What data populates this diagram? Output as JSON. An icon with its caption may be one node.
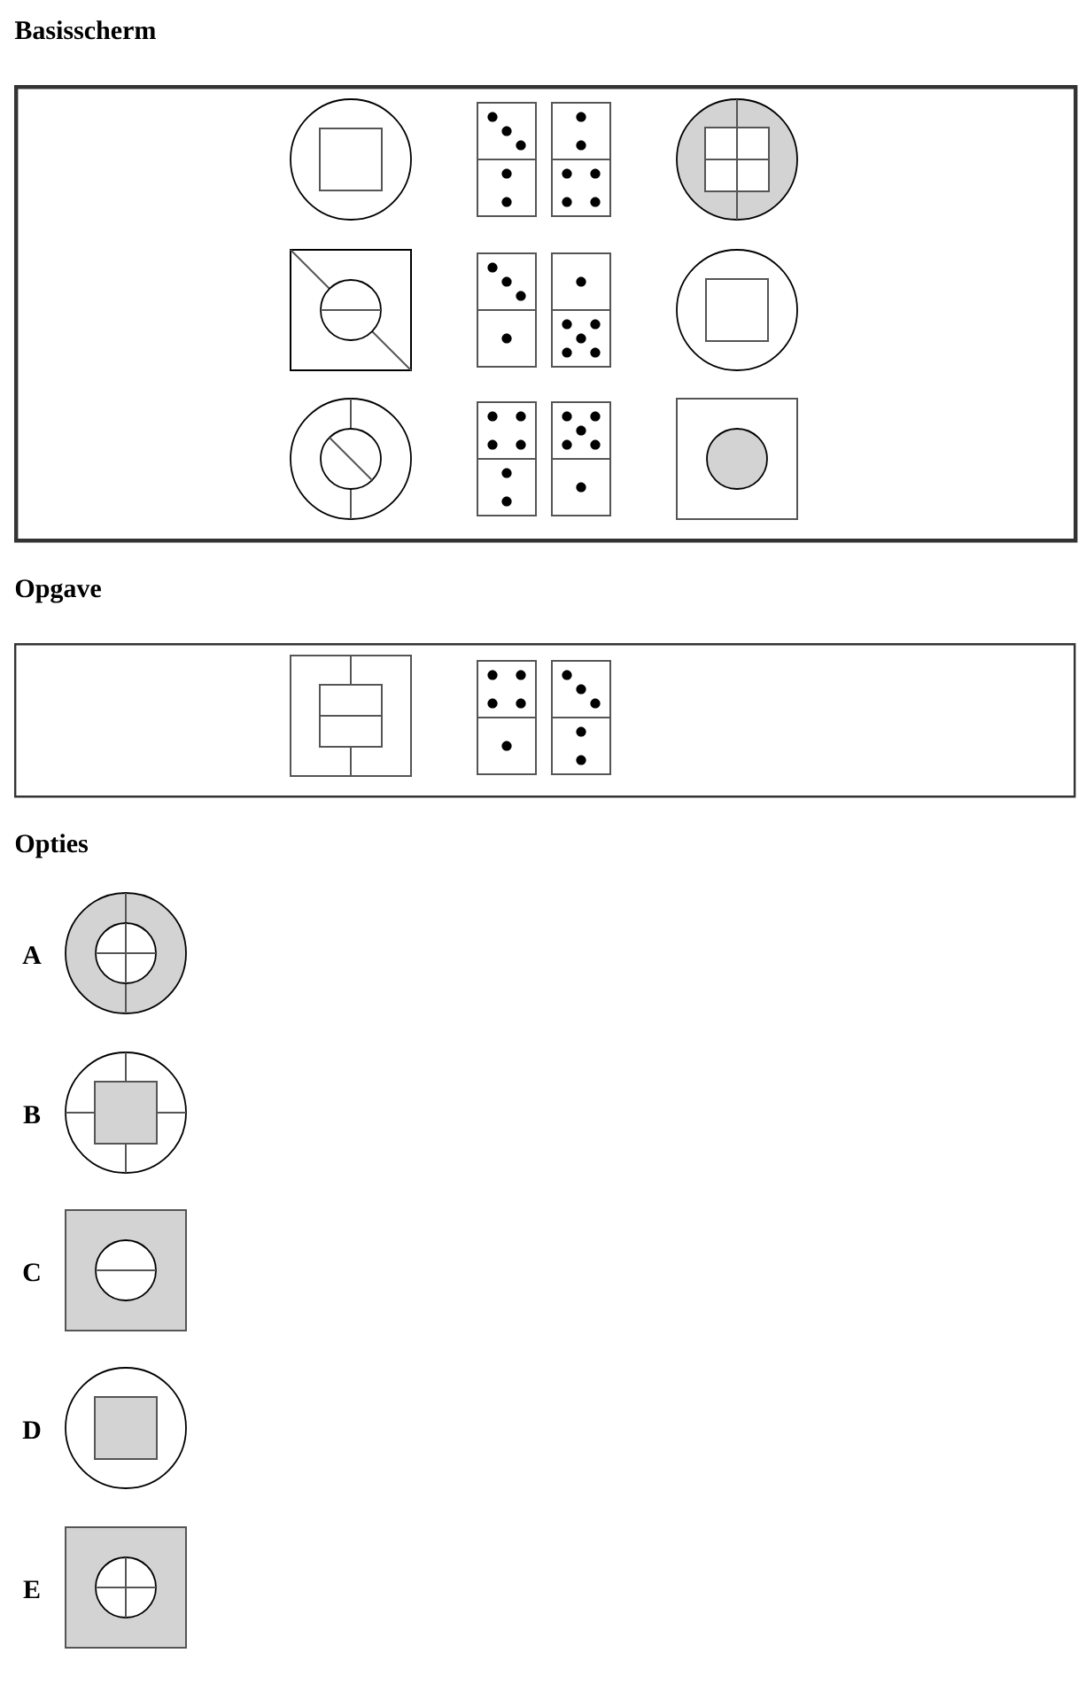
{
  "diagram": {
    "nodes": [
      {
        "text": [
          "Basisscherm"
        ]
      },
      {
        "text": [],
        "shape": "picture",
        "in": 0
      },
      {
        "text": [],
        "shape": "picture",
        "in": 0
      },
      {
        "text": [],
        "shape": "picture",
        "in": 0
      },
      {
        "text": [],
        "shape": "picture",
        "in": 0
      },
      {
        "text": [],
        "shape": "picture",
        "in": 0
      },
      {
        "text": [],
        "shape": "picture",
        "in": 0
      },
      {
        "text": [],
        "shape": "picture",
        "in": 0
      },
      {
        "text": [],
        "shape": "picture",
        "in": 0
      },
      {
        "text": [],
        "shape": "picture",
        "in": 0
      },
      {
        "text": [],
        "shape": "picture",
        "in": 0
      },
      {
        "text": [],
        "shape": "picture",
        "in": 0
      },
      {
        "text": [],
        "shape": "picture",
        "in": 0
      },
      {
        "text": [
          "Opgave"
        ]
      },
      {
        "text": [],
        "shape": "picture",
        "in": 13
      },
      {
        "text": [],
        "shape": "picture",
        "in": 13
      },
      {
        "text": [],
        "shape": "picture",
        "in": 13
      },
      {
        "text": [],
        "shape": "picture",
        "beside": [
          "A"
        ]
      },
      {
        "text": [],
        "shape": "picture",
        "beside": [
          "B"
        ]
      },
      {
        "text": [],
        "shape": "picture",
        "beside": [
          "C"
        ]
      },
      {
        "text": [],
        "shape": "picture",
        "beside": [
          "D"
        ]
      },
      {
        "text": [],
        "shape": "picture",
        "beside": [
          "E"
        ]
      }
    ],
    "edges": [],
    "labels": [
      "Opties"
    ]
  }
}
